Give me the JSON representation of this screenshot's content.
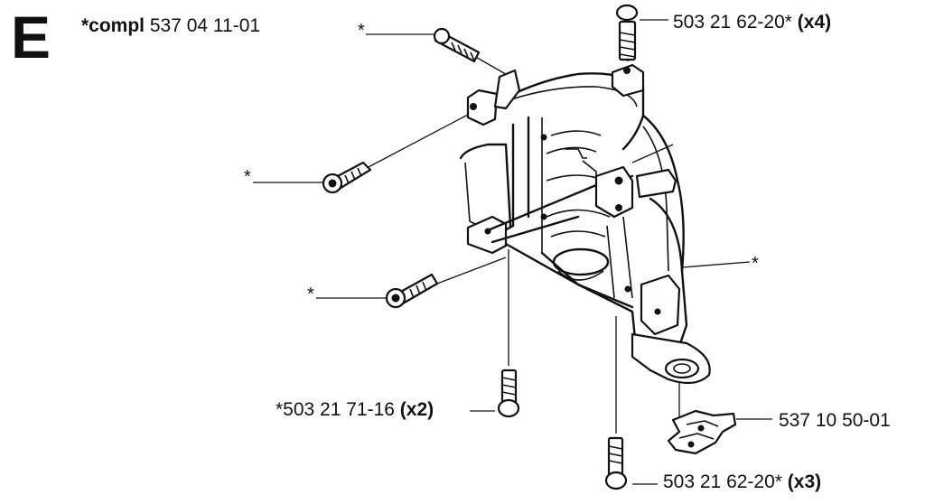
{
  "section": "E",
  "title": {
    "prefix": "*compl",
    "number": "537 04 11-01"
  },
  "labels": {
    "top_right": {
      "number": "503 21 62-20*",
      "qty": "(x4)"
    },
    "bottom_left": {
      "number": "*503 21 71-16",
      "qty": "(x2)"
    },
    "clip": {
      "number": "537 10 50-01"
    },
    "bottom_right": {
      "number": "503 21 62-20*",
      "qty": "(x3)"
    },
    "star": "*"
  }
}
